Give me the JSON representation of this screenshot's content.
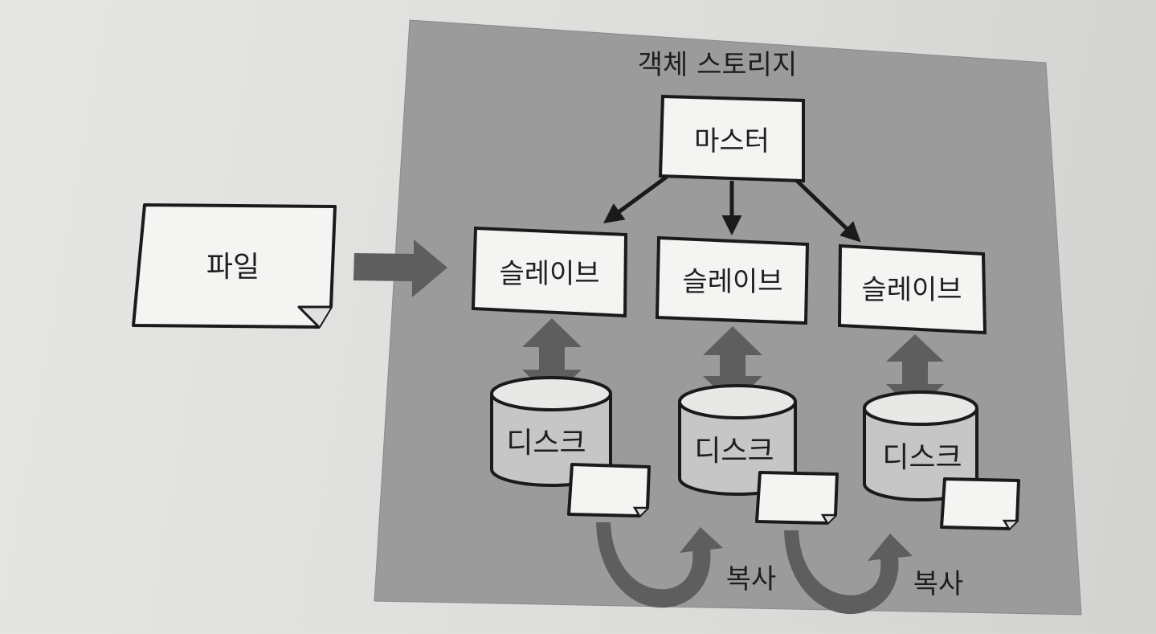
{
  "diagram": {
    "storage_label": "객체 스토리지",
    "file_label": "파일",
    "master_label": "마스터",
    "slaves": [
      {
        "label": "슬레이브",
        "disk_label": "디스크"
      },
      {
        "label": "슬레이브",
        "disk_label": "디스크"
      },
      {
        "label": "슬레이브",
        "disk_label": "디스크"
      }
    ],
    "replication_labels": [
      "복사",
      "복사"
    ]
  },
  "colors": {
    "panel": "#9a9a9a",
    "arrow_gray": "#5e5e5e",
    "box_fill": "#f4f4f2",
    "stroke": "#1a1a1a"
  },
  "icons": [
    "document-icon",
    "right-arrow-icon",
    "down-arrow-icon",
    "bidirectional-arrow-icon",
    "disk-icon",
    "curved-arrow-icon"
  ]
}
